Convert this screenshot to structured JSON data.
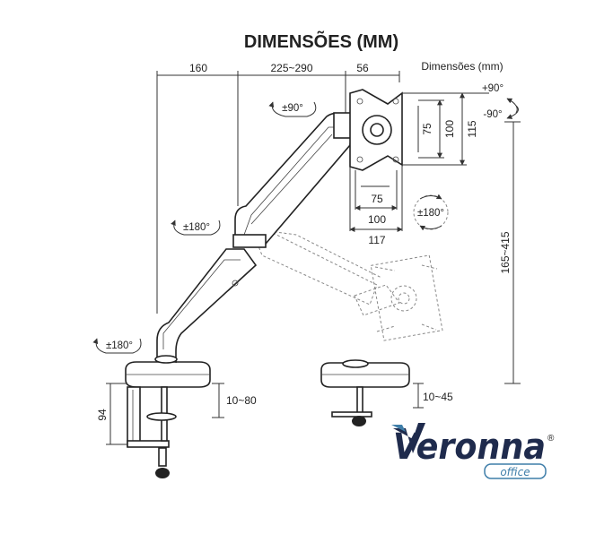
{
  "title": "DIMENSÕES (MM)",
  "legend": "Dimensões (mm)",
  "dimensions": {
    "top": [
      "160",
      "225~290",
      "56"
    ],
    "mount_h_outer": "115",
    "mount_h_inner": "100",
    "mount_h_hole": "75",
    "mount_w_hole": "75",
    "mount_w_inner": "100",
    "mount_w_outer": "117",
    "height_range": "165~415",
    "clamp_height": "94",
    "clamp_desk_left": "10~80",
    "clamp_desk_right": "10~45"
  },
  "rotations": {
    "top": "±90°",
    "tilt_up": "+90°",
    "tilt_down": "-90°",
    "mid_arm": "±180°",
    "base": "±180°",
    "swivel": "±180°"
  },
  "brand": {
    "name": "Veronna",
    "registered": "®",
    "sub": "office",
    "colors": {
      "dark": "#1f2b4d",
      "accent": "#3f7ea9"
    }
  }
}
